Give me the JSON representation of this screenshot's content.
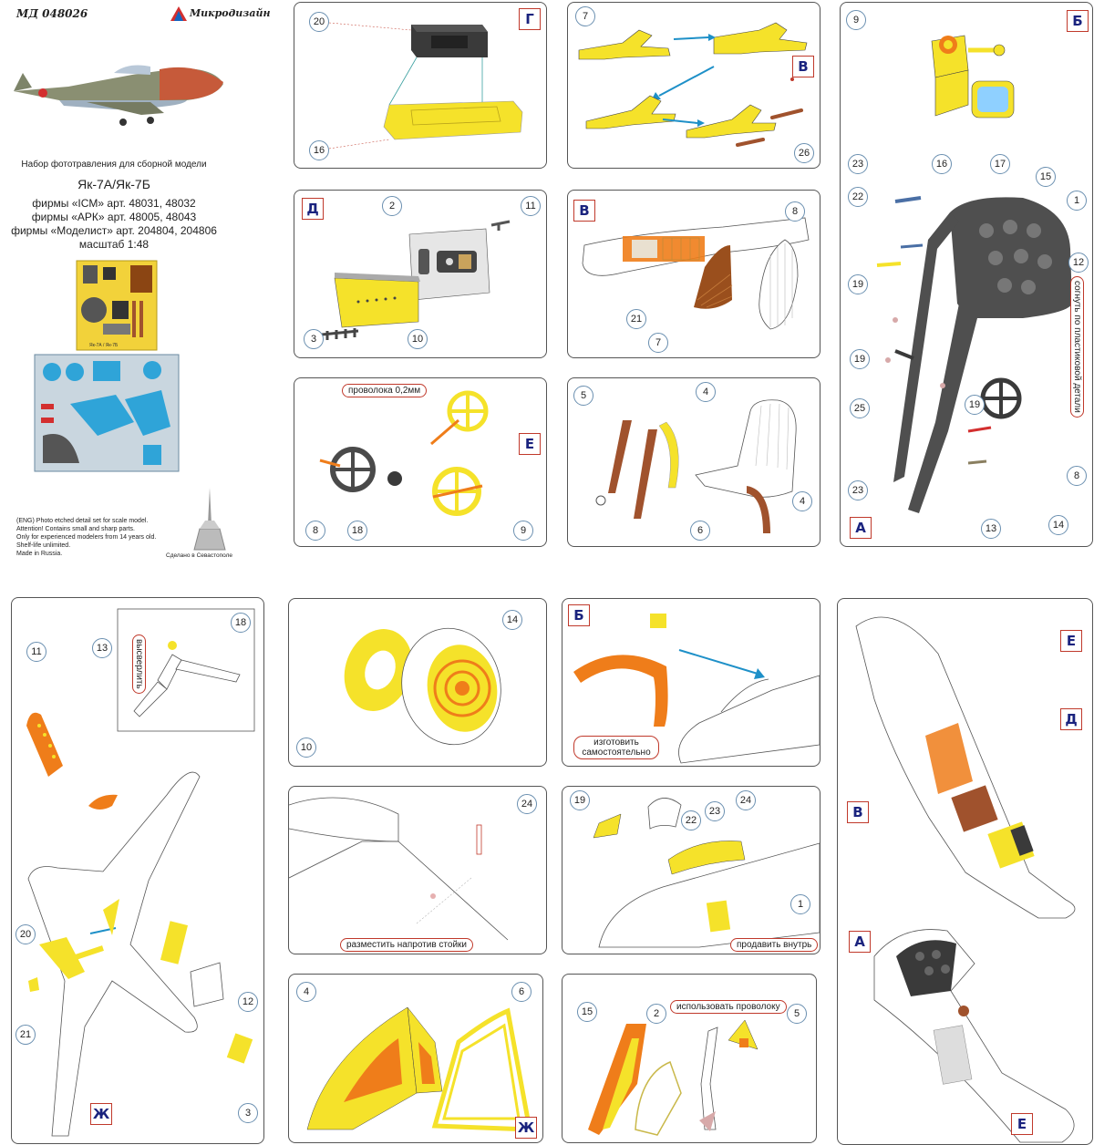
{
  "header": {
    "article": "МД 048026",
    "brand": "Микродизайн",
    "set_title": "Набор фототравления для сборной модели",
    "model": "Як-7А/Як-7Б",
    "line1": "фирмы «ICM» арт. 48031, 48032",
    "line2": "фирмы «АРК» арт. 48005, 48043",
    "line3": "фирмы «Моделист» арт. 204804, 204806",
    "scale": "масштаб 1:48",
    "fret_label": "Як-7А / Як-7Б",
    "eng_line1": "(ENG) Photo etched detail set for scale model.",
    "eng_line2": "Attention! Contains small and sharp parts.",
    "eng_line3": "Only for experienced modelers from 14 years old.",
    "eng_line4": "Shelf-life unlimited.",
    "eng_line5": "Made in Russia.",
    "made_in": "Сделано в Севастополе"
  },
  "panels": {
    "G": {
      "letter": "Г",
      "parts": [
        "20",
        "16"
      ]
    },
    "V_top": {
      "letter": "В",
      "parts": [
        "7",
        "26"
      ]
    },
    "A_B": {
      "letter_b": "Б",
      "letter_a": "А",
      "note": "согнуть по пластиковой детали",
      "parts": [
        "9",
        "23",
        "16",
        "17",
        "15",
        "1",
        "22",
        "12",
        "19",
        "19",
        "25",
        "19",
        "8",
        "23",
        "13",
        "14"
      ]
    },
    "D": {
      "letter": "Д",
      "parts": [
        "2",
        "11",
        "3",
        "10"
      ]
    },
    "V_mid": {
      "letter": "В",
      "parts": [
        "8",
        "21",
        "7"
      ]
    },
    "E": {
      "letter": "Е",
      "note": "проволока 0,2мм",
      "parts": [
        "8",
        "18",
        "9"
      ]
    },
    "seat": {
      "parts": [
        "5",
        "4",
        "6",
        "4"
      ]
    },
    "Zh_left": {
      "letter": "Ж",
      "note": "высверлить",
      "parts": [
        "11",
        "13",
        "18",
        "20",
        "21",
        "12",
        "3"
      ]
    },
    "wheel": {
      "parts": [
        "14",
        "10"
      ]
    },
    "B_mid": {
      "letter": "Б",
      "note": "изготовить самостоятельно"
    },
    "right_fuselage": {
      "letters": [
        "Е",
        "Д",
        "В",
        "А",
        "Е"
      ]
    },
    "pitot": {
      "note": "разместить напротив стойки",
      "parts": [
        "24"
      ]
    },
    "canopy": {
      "note": "продавить внутрь",
      "parts": [
        "19",
        "22",
        "23",
        "24",
        "1"
      ]
    },
    "Zh_bottom": {
      "letter": "Ж",
      "parts": [
        "4",
        "6"
      ]
    },
    "bottom_right": {
      "note": "использовать проволоку",
      "parts": [
        "15",
        "2",
        "5"
      ]
    }
  },
  "colors": {
    "brass": "#f5e22a",
    "orange": "#ef7d1a",
    "wood": "#a0522d",
    "dark": "#4a4a4a",
    "arrow": "#1e90c8"
  }
}
